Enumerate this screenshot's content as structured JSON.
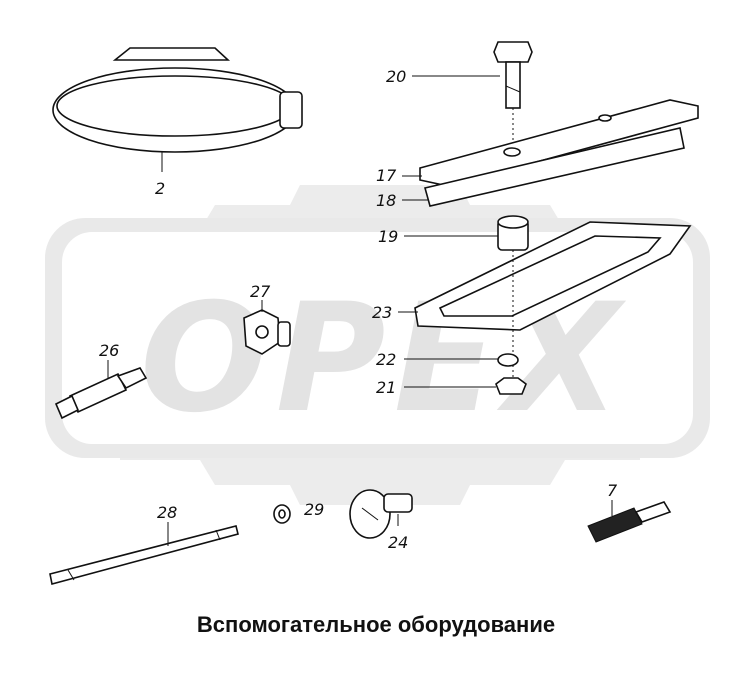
{
  "watermark": {
    "text": "OPEX",
    "color": "#e3e3e3"
  },
  "caption": "Вспомогательное оборудование",
  "callouts": {
    "c2": "2",
    "c20": "20",
    "c17": "17",
    "c18": "18",
    "c19": "19",
    "c23": "23",
    "c22": "22",
    "c21": "21",
    "c27": "27",
    "c26": "26",
    "c28": "28",
    "c29": "29",
    "c24": "24",
    "c7": "7"
  }
}
